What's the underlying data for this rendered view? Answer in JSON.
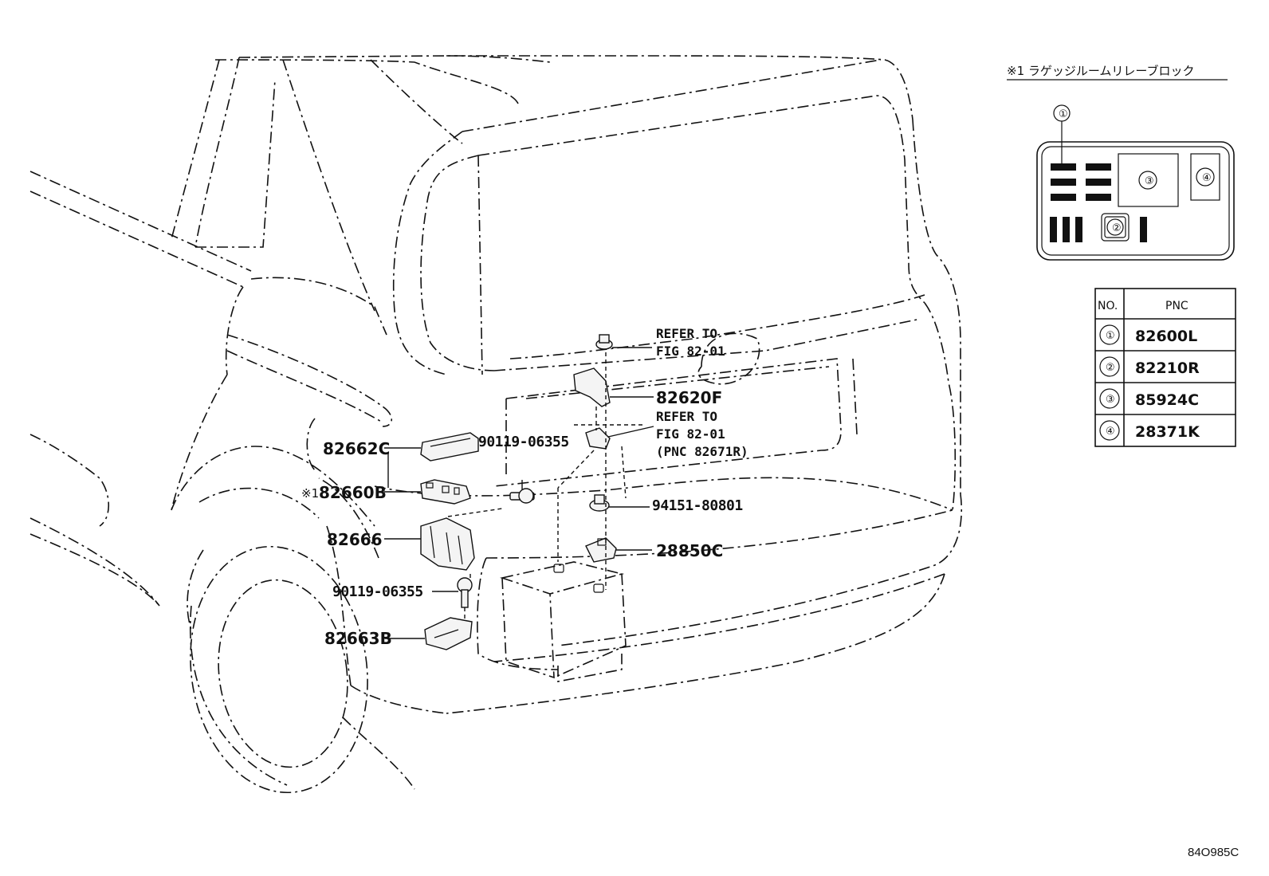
{
  "labels": {
    "l_82662c": "82662C",
    "l_mark1": "※1",
    "l_82660b": "82660B",
    "l_82666": "82666",
    "l_90119_a": "90119-06355",
    "l_90119_b": "90119-06355",
    "l_82663b": "82663B",
    "l_82620f": "82620F",
    "l_94151": "94151-80801",
    "l_28850c": "28850C",
    "ref1_line1": "REFER TO",
    "ref1_line2": "FIG 82-01",
    "ref2_line1": "REFER TO",
    "ref2_line2": "FIG 82-01",
    "ref2_line3": "(PNC 82671R)"
  },
  "relay_block": {
    "title": "※1 ラゲッジルームリレーブロック",
    "callouts": [
      "①",
      "②",
      "③",
      "④"
    ]
  },
  "pnc_table": {
    "headers": [
      "NO.",
      "PNC"
    ],
    "rows": [
      {
        "no": "①",
        "pnc": "82600L"
      },
      {
        "no": "②",
        "pnc": "82210R"
      },
      {
        "no": "③",
        "pnc": "85924C"
      },
      {
        "no": "④",
        "pnc": "28371K"
      }
    ]
  },
  "figure_code": "84O985C"
}
